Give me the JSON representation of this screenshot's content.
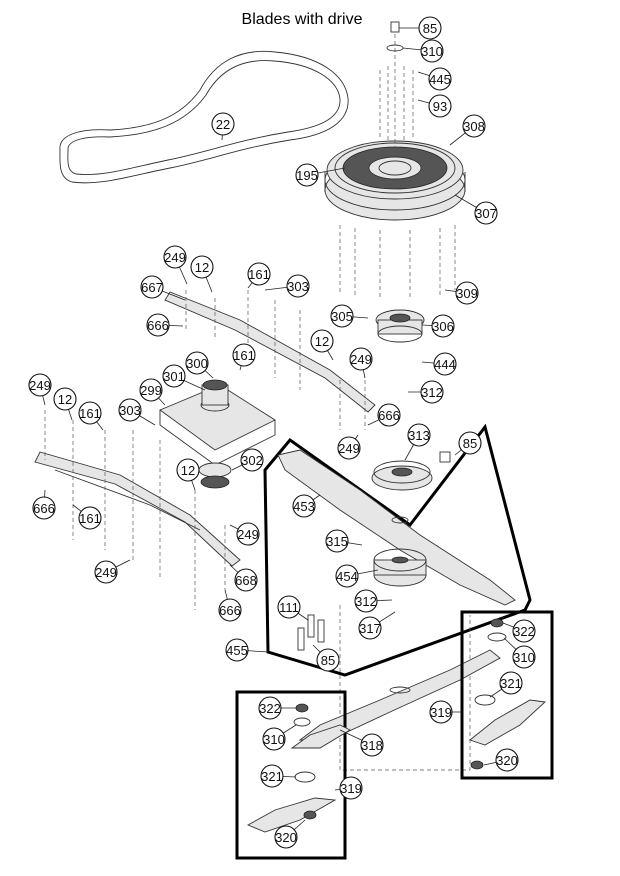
{
  "title": "Blades with drive",
  "callouts": [
    {
      "id": "c85a",
      "label": "85"
    },
    {
      "id": "c310a",
      "label": "310"
    },
    {
      "id": "c445",
      "label": "445"
    },
    {
      "id": "c93",
      "label": "93"
    },
    {
      "id": "c308",
      "label": "308"
    },
    {
      "id": "c22",
      "label": "22"
    },
    {
      "id": "c195",
      "label": "195"
    },
    {
      "id": "c307",
      "label": "307"
    },
    {
      "id": "c249a",
      "label": "249"
    },
    {
      "id": "c12a",
      "label": "12"
    },
    {
      "id": "c161a",
      "label": "161"
    },
    {
      "id": "c303a",
      "label": "303"
    },
    {
      "id": "c309",
      "label": "309"
    },
    {
      "id": "c667",
      "label": "667"
    },
    {
      "id": "c666a",
      "label": "666"
    },
    {
      "id": "c305",
      "label": "305"
    },
    {
      "id": "c306",
      "label": "306"
    },
    {
      "id": "c12b",
      "label": "12"
    },
    {
      "id": "c300",
      "label": "300"
    },
    {
      "id": "c161b",
      "label": "161"
    },
    {
      "id": "c249b",
      "label": "249"
    },
    {
      "id": "c444",
      "label": "444"
    },
    {
      "id": "c249c",
      "label": "249"
    },
    {
      "id": "c12c",
      "label": "12"
    },
    {
      "id": "c299",
      "label": "299"
    },
    {
      "id": "c301",
      "label": "301"
    },
    {
      "id": "c312a",
      "label": "312"
    },
    {
      "id": "c161c",
      "label": "161"
    },
    {
      "id": "c303b",
      "label": "303"
    },
    {
      "id": "c666b",
      "label": "666"
    },
    {
      "id": "c313",
      "label": "313"
    },
    {
      "id": "c85b",
      "label": "85"
    },
    {
      "id": "c249d",
      "label": "249"
    },
    {
      "id": "c302",
      "label": "302"
    },
    {
      "id": "c12d",
      "label": "12"
    },
    {
      "id": "c666c",
      "label": "666"
    },
    {
      "id": "c453",
      "label": "453"
    },
    {
      "id": "c161d",
      "label": "161"
    },
    {
      "id": "c249e",
      "label": "249"
    },
    {
      "id": "c315",
      "label": "315"
    },
    {
      "id": "c249f",
      "label": "249"
    },
    {
      "id": "c454",
      "label": "454"
    },
    {
      "id": "c668",
      "label": "668"
    },
    {
      "id": "c666d",
      "label": "666"
    },
    {
      "id": "c312b",
      "label": "312"
    },
    {
      "id": "c111",
      "label": "111"
    },
    {
      "id": "c317",
      "label": "317"
    },
    {
      "id": "c322a",
      "label": "322"
    },
    {
      "id": "c455",
      "label": "455"
    },
    {
      "id": "c85c",
      "label": "85"
    },
    {
      "id": "c310b",
      "label": "310"
    },
    {
      "id": "c321a",
      "label": "321"
    },
    {
      "id": "c319a",
      "label": "319"
    },
    {
      "id": "c322b",
      "label": "322"
    },
    {
      "id": "c310c",
      "label": "310"
    },
    {
      "id": "c318",
      "label": "318"
    },
    {
      "id": "c320a",
      "label": "320"
    },
    {
      "id": "c321b",
      "label": "321"
    },
    {
      "id": "c319b",
      "label": "319"
    },
    {
      "id": "c320b",
      "label": "320"
    }
  ]
}
